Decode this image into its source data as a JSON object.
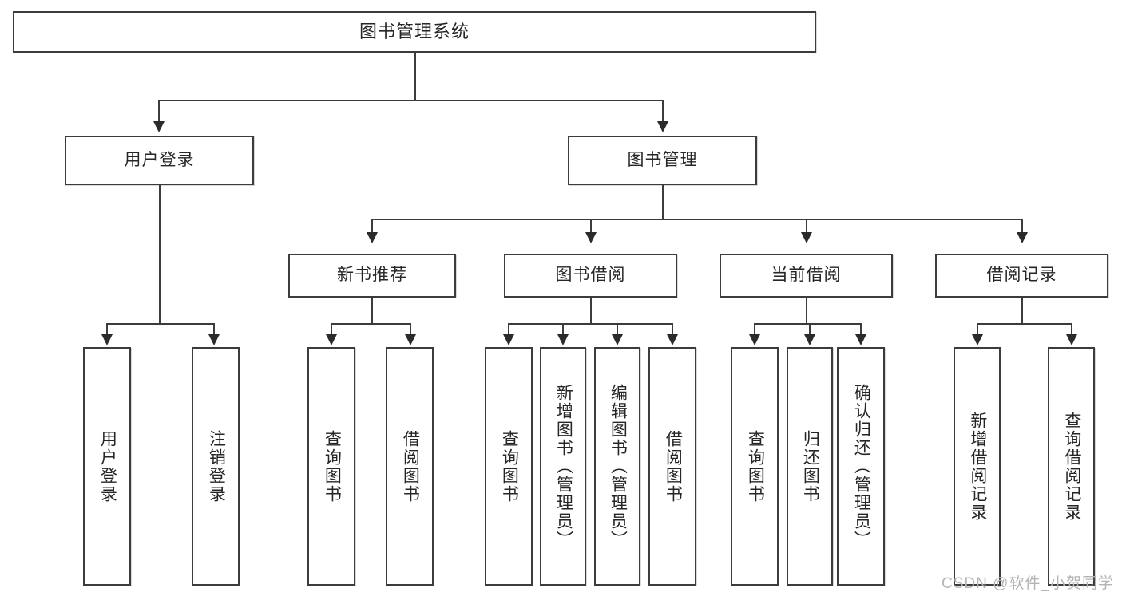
{
  "diagram": {
    "title": "图书管理系统",
    "type": "tree",
    "watermark": "CSDN @软件_小贺同学",
    "nodes": {
      "root": {
        "label": "图书管理系统"
      },
      "level2": [
        {
          "id": "user-login",
          "label": "用户登录"
        },
        {
          "id": "book-manage",
          "label": "图书管理"
        }
      ],
      "level3": [
        {
          "id": "new-book-recommend",
          "label": "新书推荐",
          "parent": "book-manage"
        },
        {
          "id": "book-borrow",
          "label": "图书借阅",
          "parent": "book-manage"
        },
        {
          "id": "current-borrow",
          "label": "当前借阅",
          "parent": "book-manage"
        },
        {
          "id": "borrow-record",
          "label": "借阅记录",
          "parent": "book-manage"
        }
      ],
      "leaves": [
        {
          "id": "leaf-user-login",
          "label": "用户登录",
          "parent": "user-login"
        },
        {
          "id": "leaf-user-logout",
          "label": "注销登录",
          "parent": "user-login"
        },
        {
          "id": "leaf-query-book-1",
          "label": "查询图书",
          "parent": "new-book-recommend"
        },
        {
          "id": "leaf-borrow-book-1",
          "label": "借阅图书",
          "parent": "new-book-recommend"
        },
        {
          "id": "leaf-query-book-2",
          "label": "查询图书",
          "parent": "book-borrow"
        },
        {
          "id": "leaf-add-book",
          "label": "新增图书（管理员）",
          "parent": "book-borrow"
        },
        {
          "id": "leaf-edit-book",
          "label": "编辑图书（管理员）",
          "parent": "book-borrow"
        },
        {
          "id": "leaf-borrow-book-2",
          "label": "借阅图书",
          "parent": "book-borrow"
        },
        {
          "id": "leaf-query-book-3",
          "label": "查询图书",
          "parent": "current-borrow"
        },
        {
          "id": "leaf-return-book",
          "label": "归还图书",
          "parent": "current-borrow"
        },
        {
          "id": "leaf-confirm-return",
          "label": "确认归还（管理员）",
          "parent": "current-borrow"
        },
        {
          "id": "leaf-add-record",
          "label": "新增借阅记录",
          "parent": "borrow-record"
        },
        {
          "id": "leaf-query-record",
          "label": "查询借阅记录",
          "parent": "borrow-record"
        }
      ]
    },
    "colors": {
      "border": "#3c3c3c",
      "arrow": "#2b2b2b",
      "background": "#ffffff",
      "text": "#262626",
      "watermark": "#b4b4b4"
    }
  }
}
